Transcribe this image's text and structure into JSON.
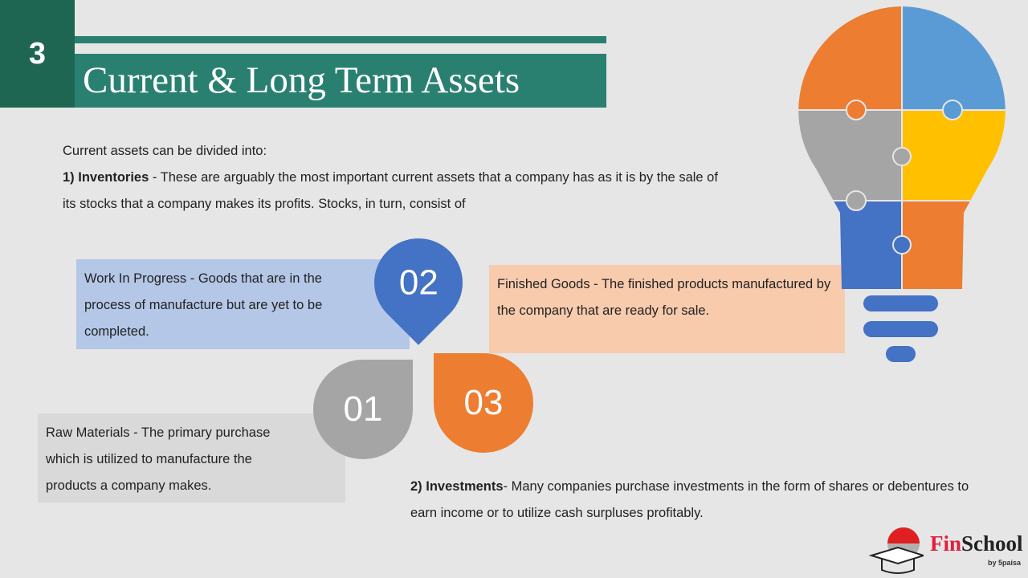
{
  "slide_number": "3",
  "title": "Current & Long Term Assets",
  "intro": "Current assets can be divided into:",
  "inventories": {
    "label": "1) Inventories",
    "text": " - These are arguably the most important current assets that a company has as it is by the sale of its stocks that a company makes its profits. Stocks, in turn, consist of"
  },
  "items": [
    {
      "number": "01",
      "label": "Raw Materials",
      "text": " - The primary purchase which is utilized to manufacture the products a company makes."
    },
    {
      "number": "02",
      "label": "Work In Progress",
      "text": " - Goods that are in the process of manufacture but are yet to be completed."
    },
    {
      "number": "03",
      "label": "Finished Goods",
      "text": " - The finished products manufactured by the company that are ready for sale."
    }
  ],
  "investments": {
    "label": "2) Investments",
    "text": "- Many companies purchase investments in the form of shares or debentures to earn income or to utilize cash surpluses profitably."
  },
  "logo": {
    "brand_fin": "Fin",
    "brand_school": "School",
    "tagline": "by 5paisa"
  },
  "colors": {
    "teal": "#2a8070",
    "blue": "#4472c4",
    "orange": "#ed7d31",
    "gray": "#a5a5a5",
    "yellow": "#ffc000",
    "lightblue": "#5b9bd5"
  }
}
